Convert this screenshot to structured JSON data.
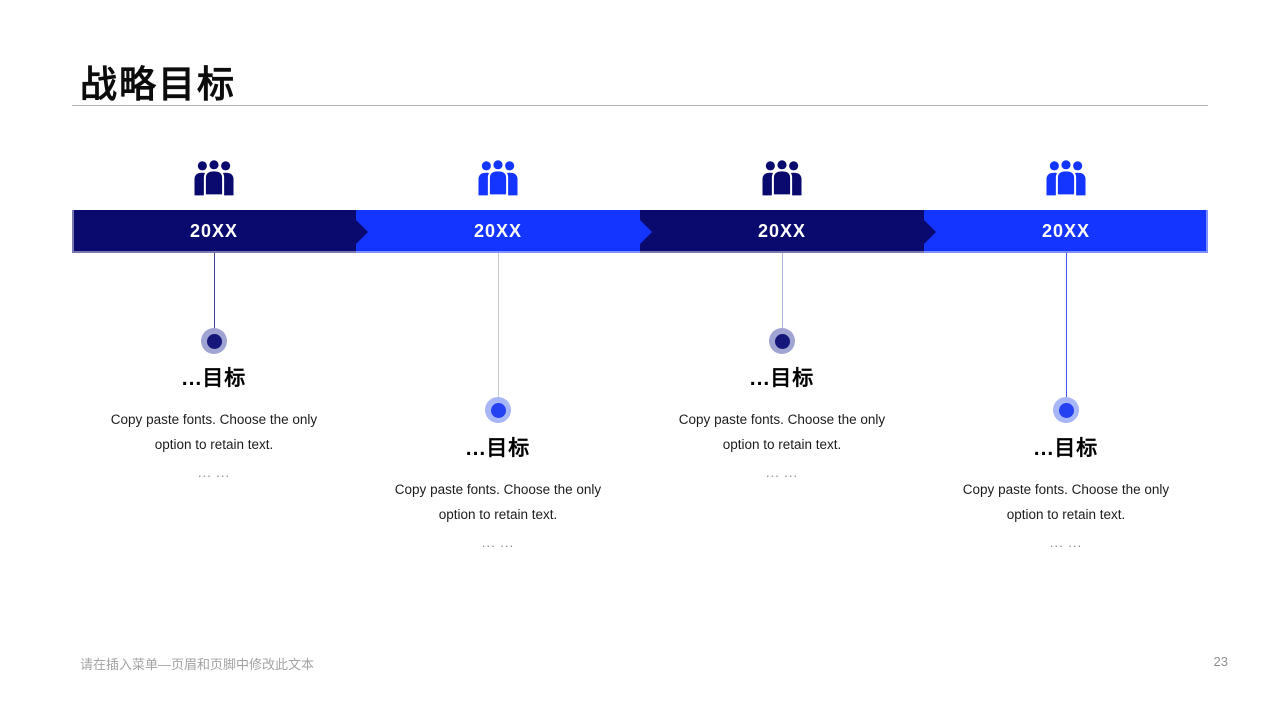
{
  "slide": {
    "title": "战略目标",
    "footer": "请在插入菜单—页眉和页脚中修改此文本",
    "page_number": "23"
  },
  "colors": {
    "navy": "#0a0a6e",
    "bright_blue": "#1434ff",
    "marker_ring_navy": "#a0a4d2",
    "marker_core_navy": "#15157a",
    "marker_ring_blue": "#a7b6f6",
    "marker_core_blue": "#2441f2",
    "divider_gray": "#b5b5b5",
    "footer_gray": "#a3a3a3"
  },
  "columns": [
    {
      "year": "20XX",
      "theme": "navy",
      "icon": "people-group-icon",
      "heading": "...目标",
      "body_lines": [
        "Copy paste fonts. Choose the only",
        "option to retain text."
      ],
      "ellipsis": "... ..."
    },
    {
      "year": "20XX",
      "theme": "blue",
      "icon": "people-group-icon",
      "heading": "...目标",
      "body_lines": [
        "Copy paste fonts. Choose the only",
        "option to retain text."
      ],
      "ellipsis": "... ..."
    },
    {
      "year": "20XX",
      "theme": "navy",
      "icon": "people-group-icon",
      "heading": "...目标",
      "body_lines": [
        "Copy paste fonts. Choose the only",
        "option to retain text."
      ],
      "ellipsis": "... ..."
    },
    {
      "year": "20XX",
      "theme": "blue",
      "icon": "people-group-icon",
      "heading": "...目标",
      "body_lines": [
        "Copy paste fonts. Choose the only",
        "option to retain text."
      ],
      "ellipsis": "... ..."
    }
  ]
}
